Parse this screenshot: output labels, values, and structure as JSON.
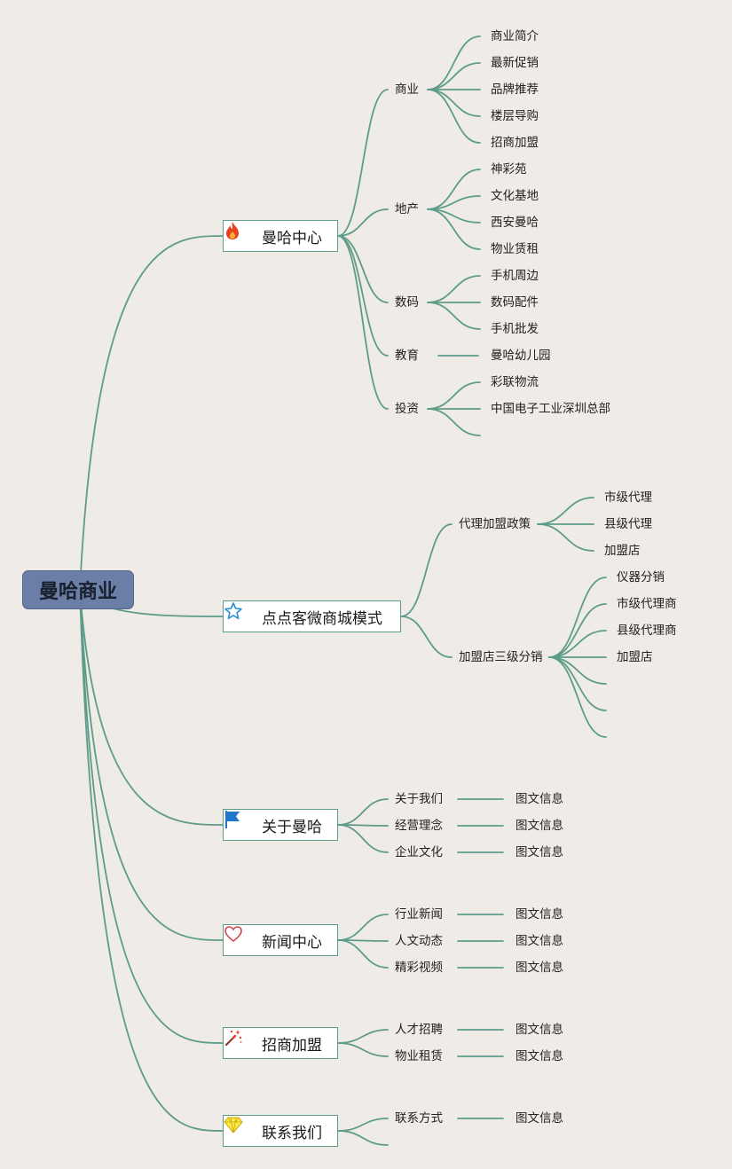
{
  "root": {
    "label": "曼哈商业"
  },
  "branches": [
    {
      "label": "曼哈中心",
      "icon": "fire-icon",
      "children": [
        {
          "label": "商业",
          "children": [
            "商业简介",
            "最新促销",
            "品牌推荐",
            "楼层导购",
            "招商加盟"
          ]
        },
        {
          "label": "地产",
          "children": [
            "神彩苑",
            "文化基地",
            "西安曼哈",
            "物业赁租"
          ]
        },
        {
          "label": "数码",
          "children": [
            "手机周边",
            "数码配件",
            "手机批发"
          ]
        },
        {
          "label": "教育",
          "children": [
            "曼哈幼儿园"
          ]
        },
        {
          "label": "投资",
          "children": [
            "彩联物流",
            "中国电子工业深圳总部",
            ""
          ]
        }
      ]
    },
    {
      "label": "点点客微商城模式",
      "icon": "star-icon",
      "children": [
        {
          "label": "代理加盟政策",
          "children": [
            "市级代理",
            "县级代理",
            "加盟店"
          ]
        },
        {
          "label": "加盟店三级分销",
          "children": [
            "仪器分销",
            "市级代理商",
            "县级代理商",
            "加盟店",
            "",
            "",
            ""
          ]
        }
      ]
    },
    {
      "label": "关于曼哈",
      "icon": "flag-icon",
      "children": [
        {
          "label": "关于我们",
          "children": [
            "图文信息"
          ]
        },
        {
          "label": "经营理念",
          "children": [
            "图文信息"
          ]
        },
        {
          "label": "企业文化",
          "children": [
            "图文信息"
          ]
        }
      ]
    },
    {
      "label": "新闻中心",
      "icon": "heart-icon",
      "children": [
        {
          "label": "行业新闻",
          "children": [
            "图文信息"
          ]
        },
        {
          "label": "人文动态",
          "children": [
            "图文信息"
          ]
        },
        {
          "label": "精彩视频",
          "children": [
            "图文信息"
          ]
        }
      ]
    },
    {
      "label": "招商加盟",
      "icon": "magic-wand-icon",
      "children": [
        {
          "label": "人才招聘",
          "children": [
            "图文信息"
          ]
        },
        {
          "label": "物业租赁",
          "children": [
            "图文信息"
          ]
        }
      ]
    },
    {
      "label": "联系我们",
      "icon": "diamond-icon",
      "children": [
        {
          "label": "联系方式",
          "children": [
            "图文信息"
          ]
        },
        {
          "label": "",
          "children": []
        }
      ]
    }
  ],
  "colors": {
    "line": "#5e9c8a",
    "root_fill": "#6a7ea6",
    "background": "#efebe7"
  }
}
